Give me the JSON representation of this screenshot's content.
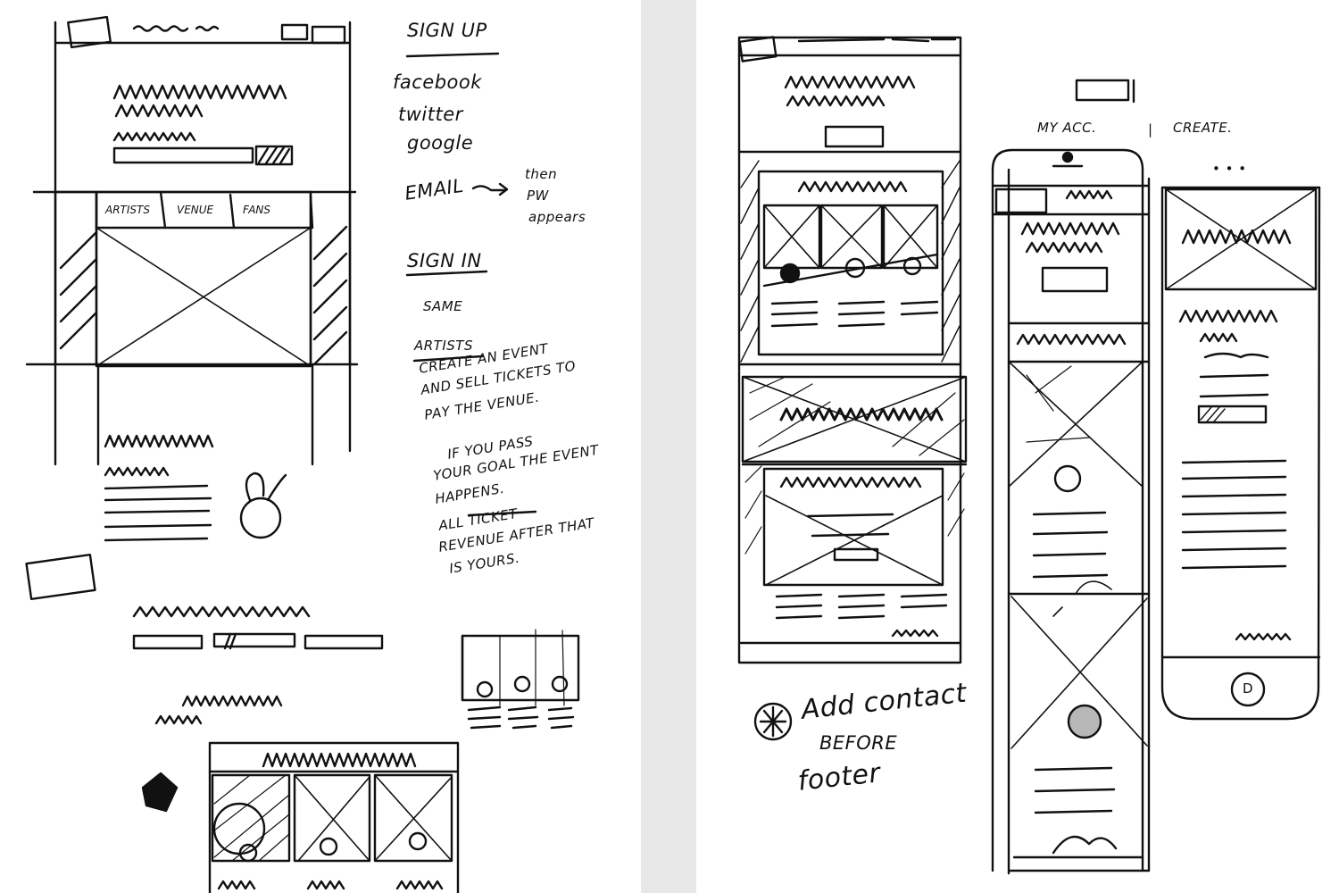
{
  "labels": {
    "tabs": [
      "ARTISTS",
      "VENUE",
      "FANS"
    ],
    "sign_up": "SIGN UP",
    "options": [
      "facebook",
      "twitter",
      "google"
    ],
    "email": "EMAIL",
    "then_pw": [
      "then",
      "PW",
      "appears"
    ],
    "sign_in": "SIGN IN",
    "same": "SAME",
    "artists_heading": "ARTISTS",
    "artists_text": [
      "CREATE AN EVENT",
      "AND SELL TICKETS TO",
      "PAY THE VENUE."
    ],
    "goal_text": [
      "IF YOU PASS",
      "YOUR GOAL THE EVENT",
      "HAPPENS."
    ],
    "revenue_text": [
      "ALL TICKET",
      "REVENUE AFTER THAT",
      "IS YOURS."
    ],
    "my_acc": "MY ACC.",
    "create": "CREATE.",
    "ellipsis": "• • •",
    "add_contact": [
      "Add contact",
      "BEFORE",
      "footer"
    ],
    "home_letter": "D"
  },
  "colors": {
    "ink": "#111111",
    "paper": "#ffffff",
    "gutter": "#e7e7e7"
  }
}
